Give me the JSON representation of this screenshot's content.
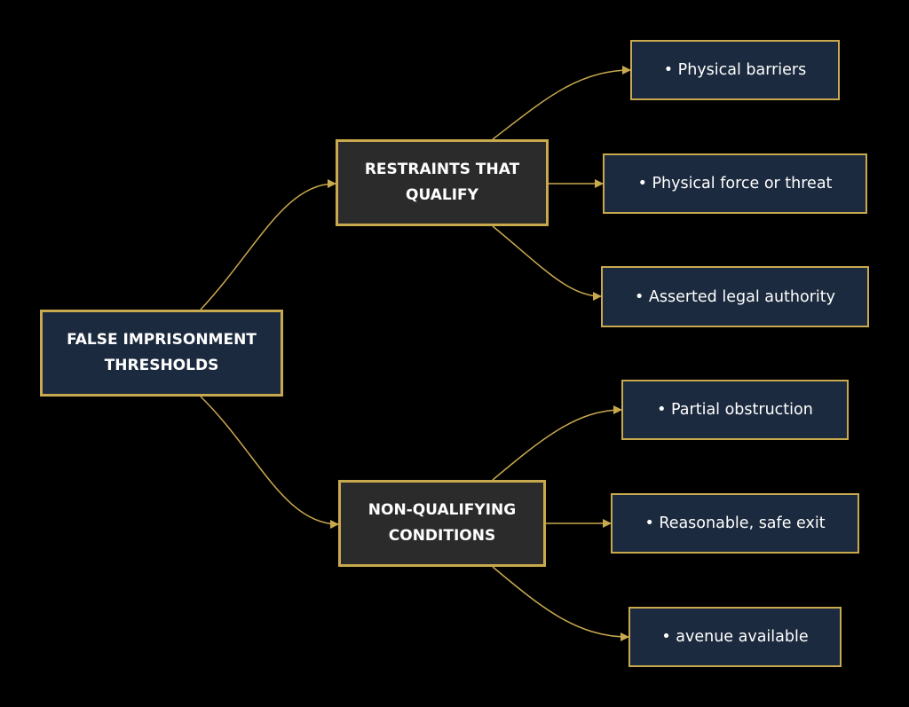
{
  "colors": {
    "background": "#000000",
    "edge": "#c9a94e",
    "root_fill": "#1b2a3e",
    "branch_fill": "#2b2b2b",
    "leaf_fill": "#1b2a3e",
    "border": "#c9a94e",
    "text": "#ffffff"
  },
  "root": {
    "label": "FALSE IMPRISONMENT\nTHRESHOLDS"
  },
  "branches": [
    {
      "label": "RESTRAINTS THAT\nQUALIFY",
      "items": [
        {
          "label": "• Physical barriers"
        },
        {
          "label": "• Physical force or threat"
        },
        {
          "label": "• Asserted legal authority"
        }
      ]
    },
    {
      "label": "NON-QUALIFYING\nCONDITIONS",
      "items": [
        {
          "label": "• Partial obstruction"
        },
        {
          "label": "• Reasonable, safe exit"
        },
        {
          "label": "• avenue available"
        }
      ]
    }
  ]
}
